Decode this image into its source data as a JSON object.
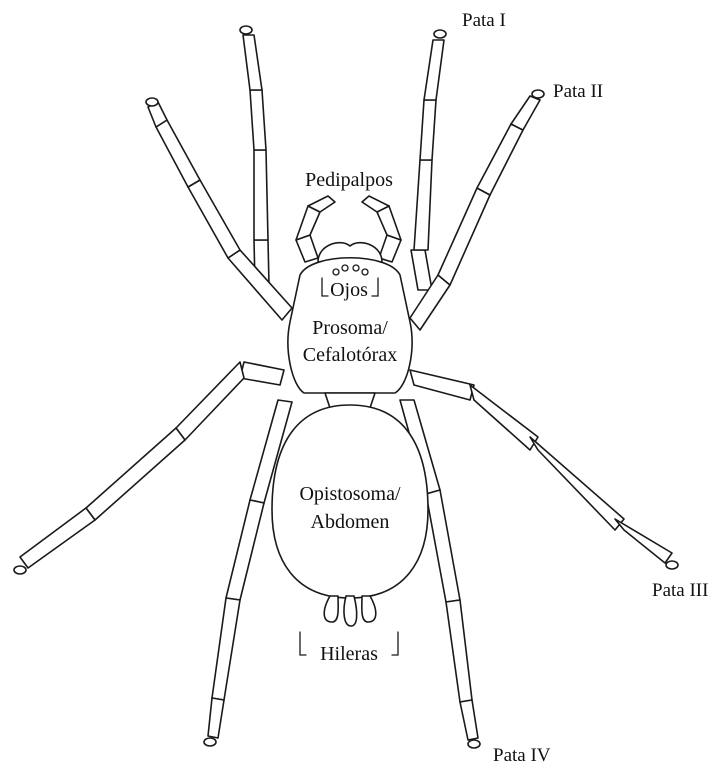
{
  "labels": {
    "leg_1": "Pata I",
    "leg_2": "Pata II",
    "leg_3": "Pata III",
    "leg_4": "Pata IV",
    "pedipalps": "Pedipalpos",
    "eyes": "Ojos",
    "prosoma_line1": "Prosoma/",
    "prosoma_line2": "Cefalotórax",
    "opisthosoma_line1": "Opistosoma/",
    "opisthosoma_line2": "Abdomen",
    "spinnerets": "Hileras"
  }
}
